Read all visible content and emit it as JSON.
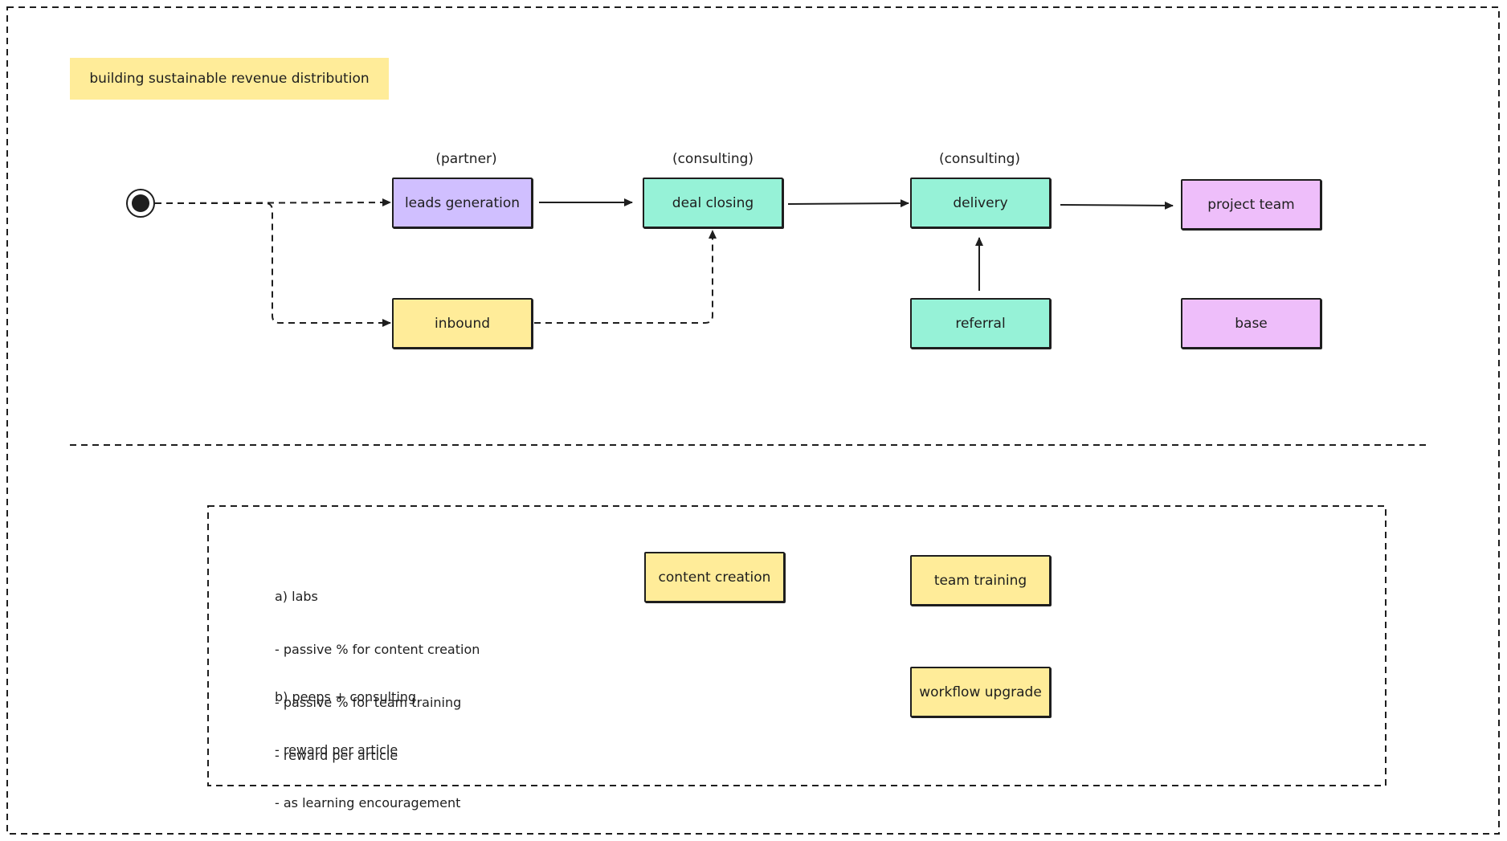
{
  "title_note": "building sustainable revenue distribution",
  "colors": {
    "purple": "#d0bfff",
    "teal": "#96f2d7",
    "yellow": "#ffec99",
    "pink": "#eebefa",
    "stroke": "#1e1e1e"
  },
  "flow": {
    "captions": {
      "leads_generation": "(partner)",
      "deal_closing": "(consulting)",
      "delivery": "(consulting)"
    },
    "nodes": {
      "leads_generation": "leads generation",
      "deal_closing": "deal closing",
      "delivery": "delivery",
      "project_team": "project team",
      "inbound": "inbound",
      "referral": "referral",
      "base": "base"
    }
  },
  "lower": {
    "notes_a": [
      "a) labs",
      "- passive % for content creation",
      "- passive % for team training",
      "- reward per article"
    ],
    "notes_b": [
      "b) peeps + consulting",
      "- reward per article",
      "- as learning encouragement"
    ],
    "boxes": {
      "content_creation": "content creation",
      "team_training": "team training",
      "workflow_upgrade": "workflow upgrade"
    }
  }
}
